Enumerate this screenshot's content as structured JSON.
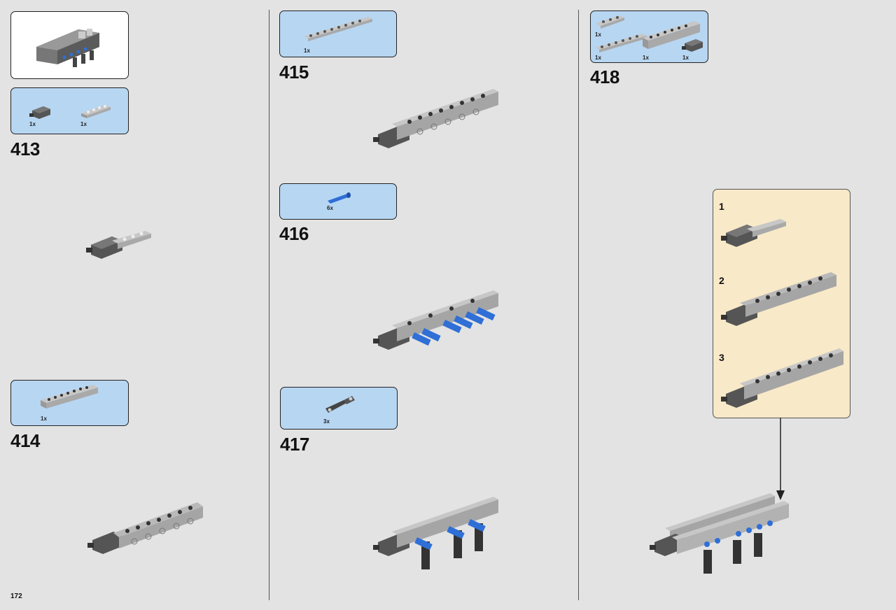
{
  "page": {
    "number": "172"
  },
  "left_column": {
    "reference_box": {
      "model": "assembled-model-thumbnail"
    },
    "step_413": {
      "number": "413",
      "parts": [
        {
          "qty": "1x",
          "part": "dark-gray-brick-with-pin"
        },
        {
          "qty": "1x",
          "part": "light-gray-plate-1x4"
        }
      ]
    },
    "step_414": {
      "number": "414",
      "parts": [
        {
          "qty": "1x",
          "part": "light-gray-technic-brick-1x8"
        }
      ]
    }
  },
  "middle_column": {
    "step_415": {
      "number": "415",
      "parts": [
        {
          "qty": "1x",
          "part": "light-gray-plate-1x10"
        }
      ]
    },
    "step_416": {
      "number": "416",
      "parts": [
        {
          "qty": "6x",
          "part": "blue-technic-pin"
        }
      ]
    },
    "step_417": {
      "number": "417",
      "parts": [
        {
          "qty": "3x",
          "part": "dark-gray-technic-liftarm-bent"
        }
      ]
    }
  },
  "right_column": {
    "step_418": {
      "number": "418",
      "parts": [
        {
          "qty": "1x",
          "part": "light-gray-plate-1x4"
        },
        {
          "qty": "1x",
          "part": "light-gray-plate-1x10"
        },
        {
          "qty": "1x",
          "part": "light-gray-technic-brick-1x8"
        },
        {
          "qty": "1x",
          "part": "dark-gray-brick-with-pin"
        }
      ],
      "sub_steps": [
        {
          "number": "1"
        },
        {
          "number": "2"
        },
        {
          "number": "3"
        }
      ]
    }
  },
  "colors": {
    "parts_box": "#b7d6f2",
    "subassembly_box": "#f8e9c8",
    "brick_light": "#a9a9a9",
    "brick_dark": "#555555",
    "pin_blue": "#2f6fd6"
  }
}
